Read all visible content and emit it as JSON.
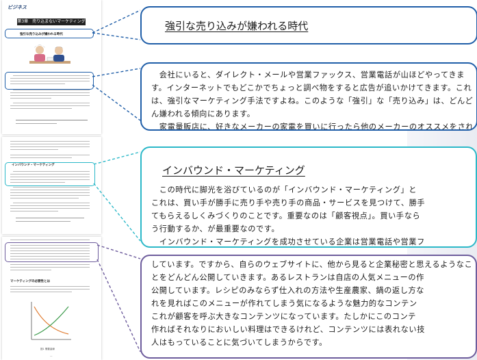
{
  "doc": {
    "logo": "ビジネス",
    "chapter": "第3章　売り込まないマーケティング",
    "section_heading": "強引な売り込みが嫌われる時代",
    "inbound_heading": "インバウンド・マーケティング",
    "marketing_heading": "マーケティングの必要性とは",
    "figure_caption": "図1 需要曲線"
  },
  "colors": {
    "blue": "#1f5ea8",
    "cyan": "#2bb8c8",
    "purple": "#6d5c9c"
  },
  "callouts": {
    "c1": {
      "title": "強引な売り込みが嫌われる時代"
    },
    "c2": {
      "lines": [
        "　会社にいると、ダイレクト・メールや営業ファックス、営業電話が山ほどやってきま",
        "す。インターネットでもどこかでちょっと調べ物をすると広告が追いかけてきます。これ",
        "は、強引なマーケティング手法ですよね。このような「強引」な「売り込み」は、どんど",
        "ん嫌われる傾向にあります。",
        "　家電量販店に、好きなメーカーの家電を買いに行ったら他のメーカーのオススメをされ"
      ]
    },
    "c3": {
      "title": "インバウンド・マーケティング",
      "lines": [
        "　この時代に脚光を浴びているのが「インバウンド・マーケティング」と",
        "これは、買い手が勝手に売り手や売り手の商品・サービスを見つけて、勝手",
        "てもらえるしくみづくりのことです。重要なのは「顧客視点」。買い手なら",
        "う行動するか、が最重要なのです。",
        "　インバウンド・マーケティングを成功させている企業は営業電話や営業フ"
      ]
    },
    "c4": {
      "lines": [
        "しています。ですから、自らのウェブサイトに、他から見ると企業秘密と思えるようなこ",
        "とをどんどん公開していきます。あるレストランは自店の人気メニューの作",
        "公開しています。レシピのみならず仕入れの方法や生産農家、鍋の返し方な",
        "れを見ればこのメニューが作れてしまう気になるような魅力的なコンテン",
        "これが顧客を呼ぶ大きなコンテンツになっています。たしかにこのコンテ",
        "作ればそれなりにおいしい料理はできるけれど、コンテンツには表れない技",
        "人はもっていることに気づいてしまうからです。"
      ]
    }
  }
}
